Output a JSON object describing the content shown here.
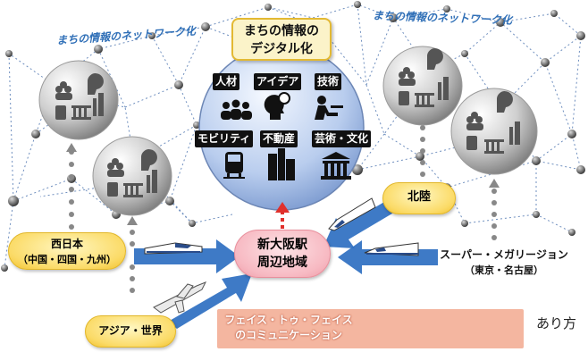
{
  "network_caption_left": "まちの情報のネットワーク化",
  "network_caption_right": "まちの情報のネットワーク化",
  "center_title_line1": "まちの情報の",
  "center_title_line2": "デジタル化",
  "categories": [
    "人材",
    "アイデア",
    "技術",
    "モビリティ",
    "不動産",
    "芸術・文化"
  ],
  "center_node_line1": "新大阪駅",
  "center_node_line2": "周辺地域",
  "regions": {
    "hokuriku": "北陸",
    "nishinihon_line1": "西日本",
    "nishinihon_line2": "（中国・四国・九州）",
    "super_line1": "スーパー・メガリージョン",
    "super_line2": "（東京・名古屋）",
    "asia": "アジア・世界"
  },
  "face_to_face_line1": "フェイス・トゥ・フェイス",
  "face_to_face_line2": "のコミュニケーション",
  "edge_fragment": "あり方",
  "colors": {
    "network_blue": "#2f6fb7",
    "arrow_blue": "#2e6fc1",
    "arrow_red": "#e0302c",
    "yellow": "#fbdb68",
    "pink": "#f7b9c2",
    "salmon": "#f4b6a0"
  },
  "icons": [
    "people-icon",
    "idea-head-icon",
    "technician-icon",
    "train-icon",
    "building-icon",
    "museum-icon",
    "conversation-icon",
    "handshake-icon",
    "dining-icon",
    "shinkansen-icon",
    "airplane-icon"
  ]
}
